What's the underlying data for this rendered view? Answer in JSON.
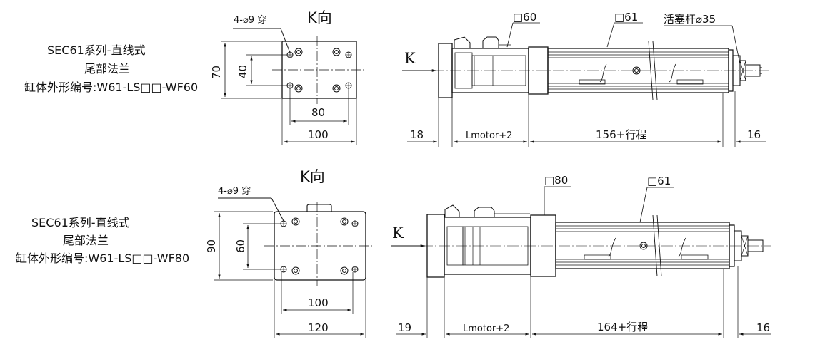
{
  "top": {
    "series": "SEC61系列-直线式",
    "flange": "尾部法兰",
    "code": "缸体外形编号:W61-LS□□-WF60",
    "k_view": "K向",
    "holes": "4-⌀9 穿",
    "dim_70": "70",
    "dim_40": "40",
    "dim_80": "80",
    "dim_100": "100",
    "k_arrow": "K",
    "sq_60": "□60",
    "sq_61": "□61",
    "rod": "活塞杆⌀35",
    "dim_18": "18",
    "dim_lmotor": "Lmotor+2",
    "dim_stroke": "156+行程",
    "dim_16": "16"
  },
  "bottom": {
    "series": "SEC61系列-直线式",
    "flange": "尾部法兰",
    "code": "缸体外形编号:W61-LS□□-WF80",
    "k_view": "K向",
    "holes": "4-⌀9 穿",
    "dim_90": "90",
    "dim_60": "60",
    "dim_100": "100",
    "dim_120": "120",
    "k_arrow": "K",
    "sq_80": "□80",
    "sq_61": "□61",
    "dim_19": "19",
    "dim_lmotor": "Lmotor+2",
    "dim_stroke": "164+行程",
    "dim_16": "16"
  }
}
